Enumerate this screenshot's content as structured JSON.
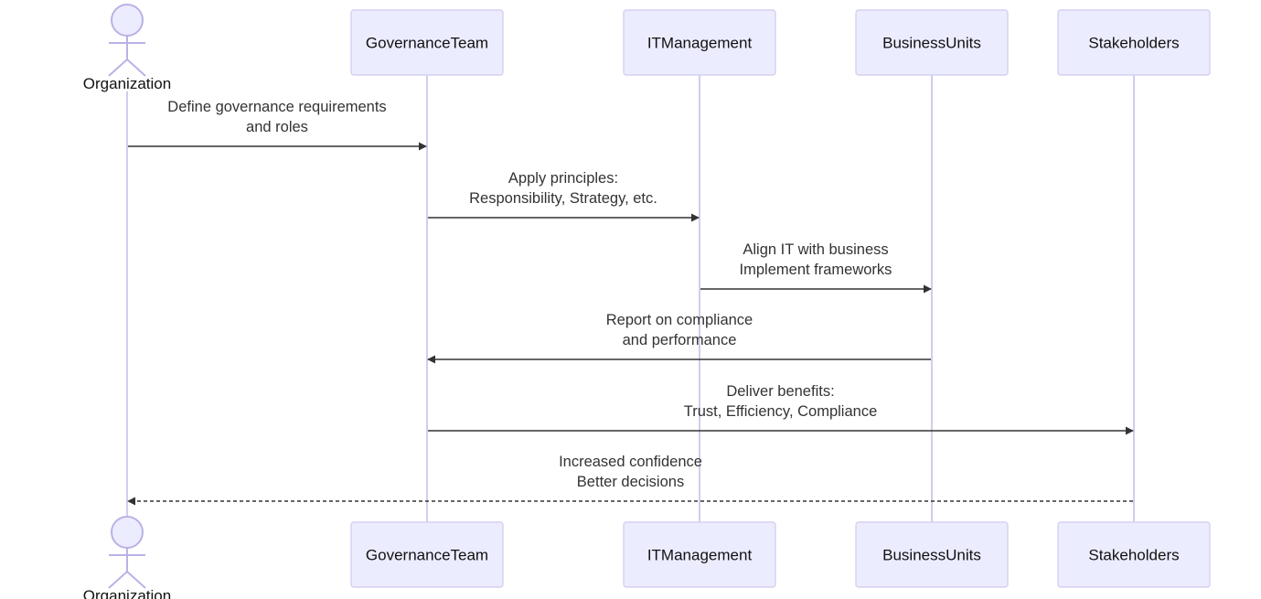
{
  "participants": [
    {
      "id": "org",
      "label": "Organization",
      "kind": "actor"
    },
    {
      "id": "gov",
      "label": "GovernanceTeam",
      "kind": "box"
    },
    {
      "id": "itm",
      "label": "ITManagement",
      "kind": "box"
    },
    {
      "id": "bu",
      "label": "BusinessUnits",
      "kind": "box"
    },
    {
      "id": "sh",
      "label": "Stakeholders",
      "kind": "box"
    }
  ],
  "messages": [
    {
      "from": "org",
      "to": "gov",
      "style": "solid",
      "lines": [
        "Define governance requirements",
        "and roles"
      ]
    },
    {
      "from": "gov",
      "to": "itm",
      "style": "solid",
      "lines": [
        "Apply principles:",
        "Responsibility, Strategy, etc."
      ]
    },
    {
      "from": "itm",
      "to": "bu",
      "style": "solid",
      "lines": [
        "Align IT with business",
        "Implement frameworks"
      ]
    },
    {
      "from": "bu",
      "to": "gov",
      "style": "solid",
      "lines": [
        "Report on compliance",
        "and performance"
      ]
    },
    {
      "from": "gov",
      "to": "sh",
      "style": "solid",
      "lines": [
        "Deliver benefits:",
        "Trust, Efficiency, Compliance"
      ]
    },
    {
      "from": "sh",
      "to": "org",
      "style": "dotted",
      "lines": [
        "Increased confidence",
        "Better decisions"
      ]
    }
  ],
  "colors": {
    "box_fill": "#ECECFF",
    "box_stroke": "#D5D0F0",
    "lifeline": "#D0CDEE",
    "arrow": "#333333"
  }
}
